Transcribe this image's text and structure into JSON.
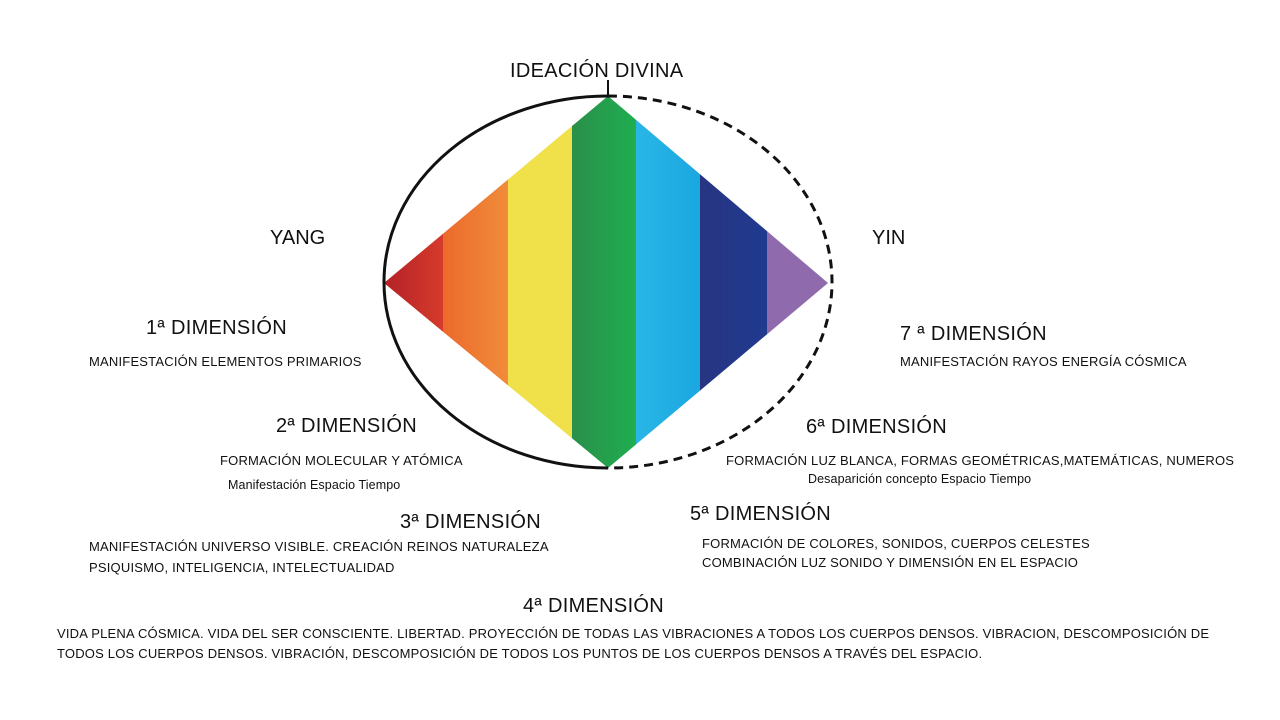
{
  "title": "IDEACIÓN DIVINA",
  "poles": {
    "left": "YANG",
    "right": "YIN"
  },
  "bands": [
    {
      "color": "#b32228",
      "color2": "#d63b2b"
    },
    {
      "color": "#ec6a2c",
      "color2": "#f08c3a"
    },
    {
      "color": "#f0e04a"
    },
    {
      "color": "#2a8f4a",
      "color2": "#1fae50"
    },
    {
      "color": "#29b6e6",
      "color2": "#1aa7e0"
    },
    {
      "color": "#283582",
      "color2": "#1f3a8f"
    },
    {
      "color": "#8f6aad"
    }
  ],
  "dimensions": {
    "d1": {
      "title": "1ª DIMENSIÓN",
      "lines": [
        "MANIFESTACIÓN  ELEMENTOS PRIMARIOS"
      ]
    },
    "d2": {
      "title": "2ª DIMENSIÓN",
      "lines": [
        "FORMACIÓN MOLECULAR Y ATÓMICA",
        "Manifestación Espacio Tiempo"
      ]
    },
    "d3": {
      "title": "3ª DIMENSIÓN",
      "lines": [
        "MANIFESTACIÓN  UNIVERSO VISIBLE. CREACIÓN REINOS NATURALEZA",
        "PSIQUISMO,  INTELIGENCIA, INTELECTUALIDAD"
      ]
    },
    "d4": {
      "title": "4ª DIMENSIÓN",
      "lines": [
        "VIDA PLENA CÓSMICA. VIDA DEL SER CONSCIENTE. LIBERTAD. PROYECCIÓN DE TODAS LAS VIBRACIONES A TODOS LOS CUERPOS DENSOS. VIBRACION, DESCOMPOSICIÓN DE TODOS LOS CUERPOS DENSOS. VIBRACIÓN, DESCOMPOSICIÓN DE TODOS LOS PUNTOS DE LOS CUERPOS DENSOS A TRAVÉS DEL ESPACIO."
      ]
    },
    "d5": {
      "title": "5ª DIMENSIÓN",
      "lines": [
        "FORMACIÓN DE COLORES, SONIDOS, CUERPOS CELESTES",
        "COMBINACIÓN LUZ SONIDO Y DIMENSIÓN  EN EL ESPACIO"
      ]
    },
    "d6": {
      "title": "6ª DIMENSIÓN",
      "lines": [
        "FORMACIÓN LUZ BLANCA, FORMAS  GEOMÉTRICAS,MATEMÁTICAS, NUMEROS",
        "Desaparición concepto  Espacio Tiempo"
      ]
    },
    "d7": {
      "title": "7 ª DIMENSIÓN",
      "lines": [
        "MANIFESTACIÓN  RAYOS ENERGÍA CÓSMICA"
      ]
    }
  }
}
